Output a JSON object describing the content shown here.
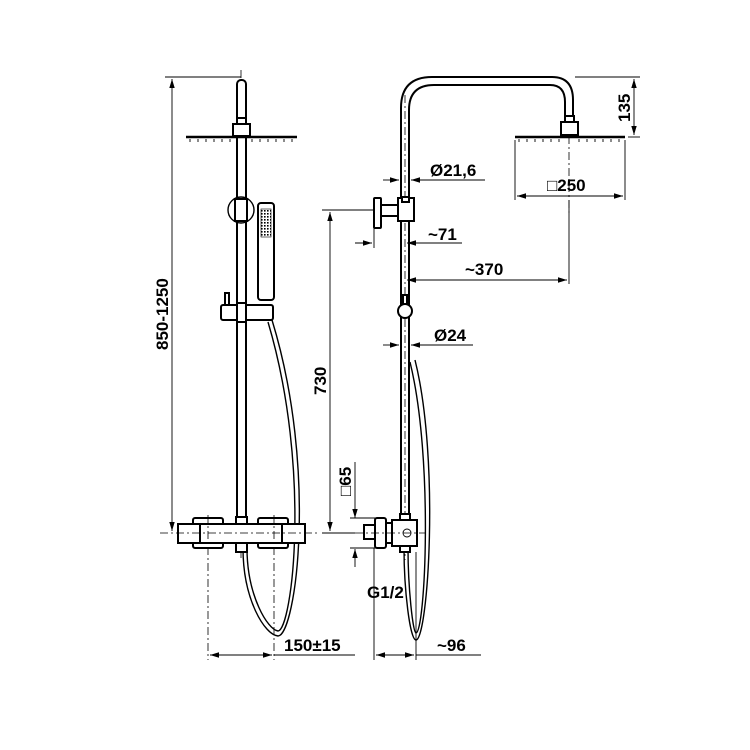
{
  "drawing": {
    "title": "Thermostatic shower column dimension drawing",
    "dimensions": {
      "height_range": "850-1250",
      "mixer_height": "730",
      "inlet_spacing": "150±15",
      "pipe_diameter": "Ø21,6",
      "valve_offset": "~71",
      "arm_reach": "~370",
      "head_size": "□250",
      "head_drop": "135",
      "rail_diameter": "Ø24",
      "escutcheon_size": "□65",
      "thread": "G1/2",
      "wall_projection": "~96"
    }
  }
}
